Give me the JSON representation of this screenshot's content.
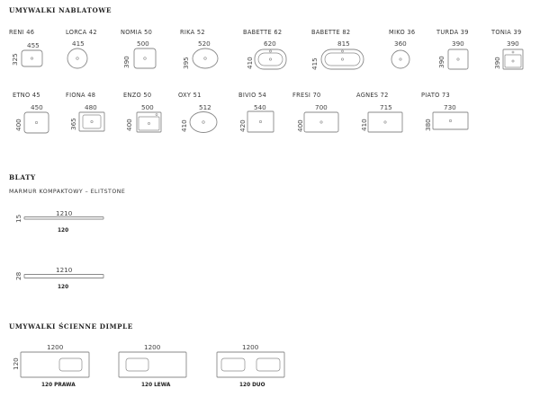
{
  "sections": {
    "countertop_basins": "UMYWALKI NABLATOWE",
    "tops": "BLATY",
    "tops_sub": "MARMUR KOMPAKTOWY – ELITSTONE",
    "wall_basins": "UMYWALKI ŚCIENNE DIMPLE"
  },
  "row1": [
    {
      "name": "RENI 46",
      "w": "455",
      "h": "325"
    },
    {
      "name": "LORCA 42",
      "w": "415",
      "h": ""
    },
    {
      "name": "NOMIA 50",
      "w": "500",
      "h": "390"
    },
    {
      "name": "RIKA 52",
      "w": "520",
      "h": "395"
    },
    {
      "name": "BABETTE 62",
      "w": "620",
      "h": "410"
    },
    {
      "name": "BABETTE 82",
      "w": "815",
      "h": "415"
    },
    {
      "name": "MIKO 36",
      "w": "360",
      "h": ""
    },
    {
      "name": "TURDA 39",
      "w": "390",
      "h": "390"
    },
    {
      "name": "TONIA 39",
      "w": "390",
      "h": "390"
    }
  ],
  "row2": [
    {
      "name": "ETNO 45",
      "w": "450",
      "h": "400"
    },
    {
      "name": "FIONA 48",
      "w": "480",
      "h": "365"
    },
    {
      "name": "ENZO 50",
      "w": "500",
      "h": "400"
    },
    {
      "name": "OXY 51",
      "w": "512",
      "h": "410"
    },
    {
      "name": "BIVIO 54",
      "w": "540",
      "h": "420"
    },
    {
      "name": "FRESI 70",
      "w": "700",
      "h": "400"
    },
    {
      "name": "AGNES 72",
      "w": "715",
      "h": "410"
    },
    {
      "name": "PIATO 73",
      "w": "730",
      "h": "380"
    }
  ],
  "tops": [
    {
      "thickness": "15",
      "length": "1210",
      "label": "120"
    },
    {
      "thickness": "28",
      "length": "1210",
      "label": "120"
    }
  ],
  "dimple": {
    "height": "120",
    "items": [
      {
        "length": "1200",
        "label": "120 PRAWA"
      },
      {
        "length": "1200",
        "label": "120 LEWA"
      },
      {
        "length": "1200",
        "label": "120 DUO"
      }
    ]
  }
}
